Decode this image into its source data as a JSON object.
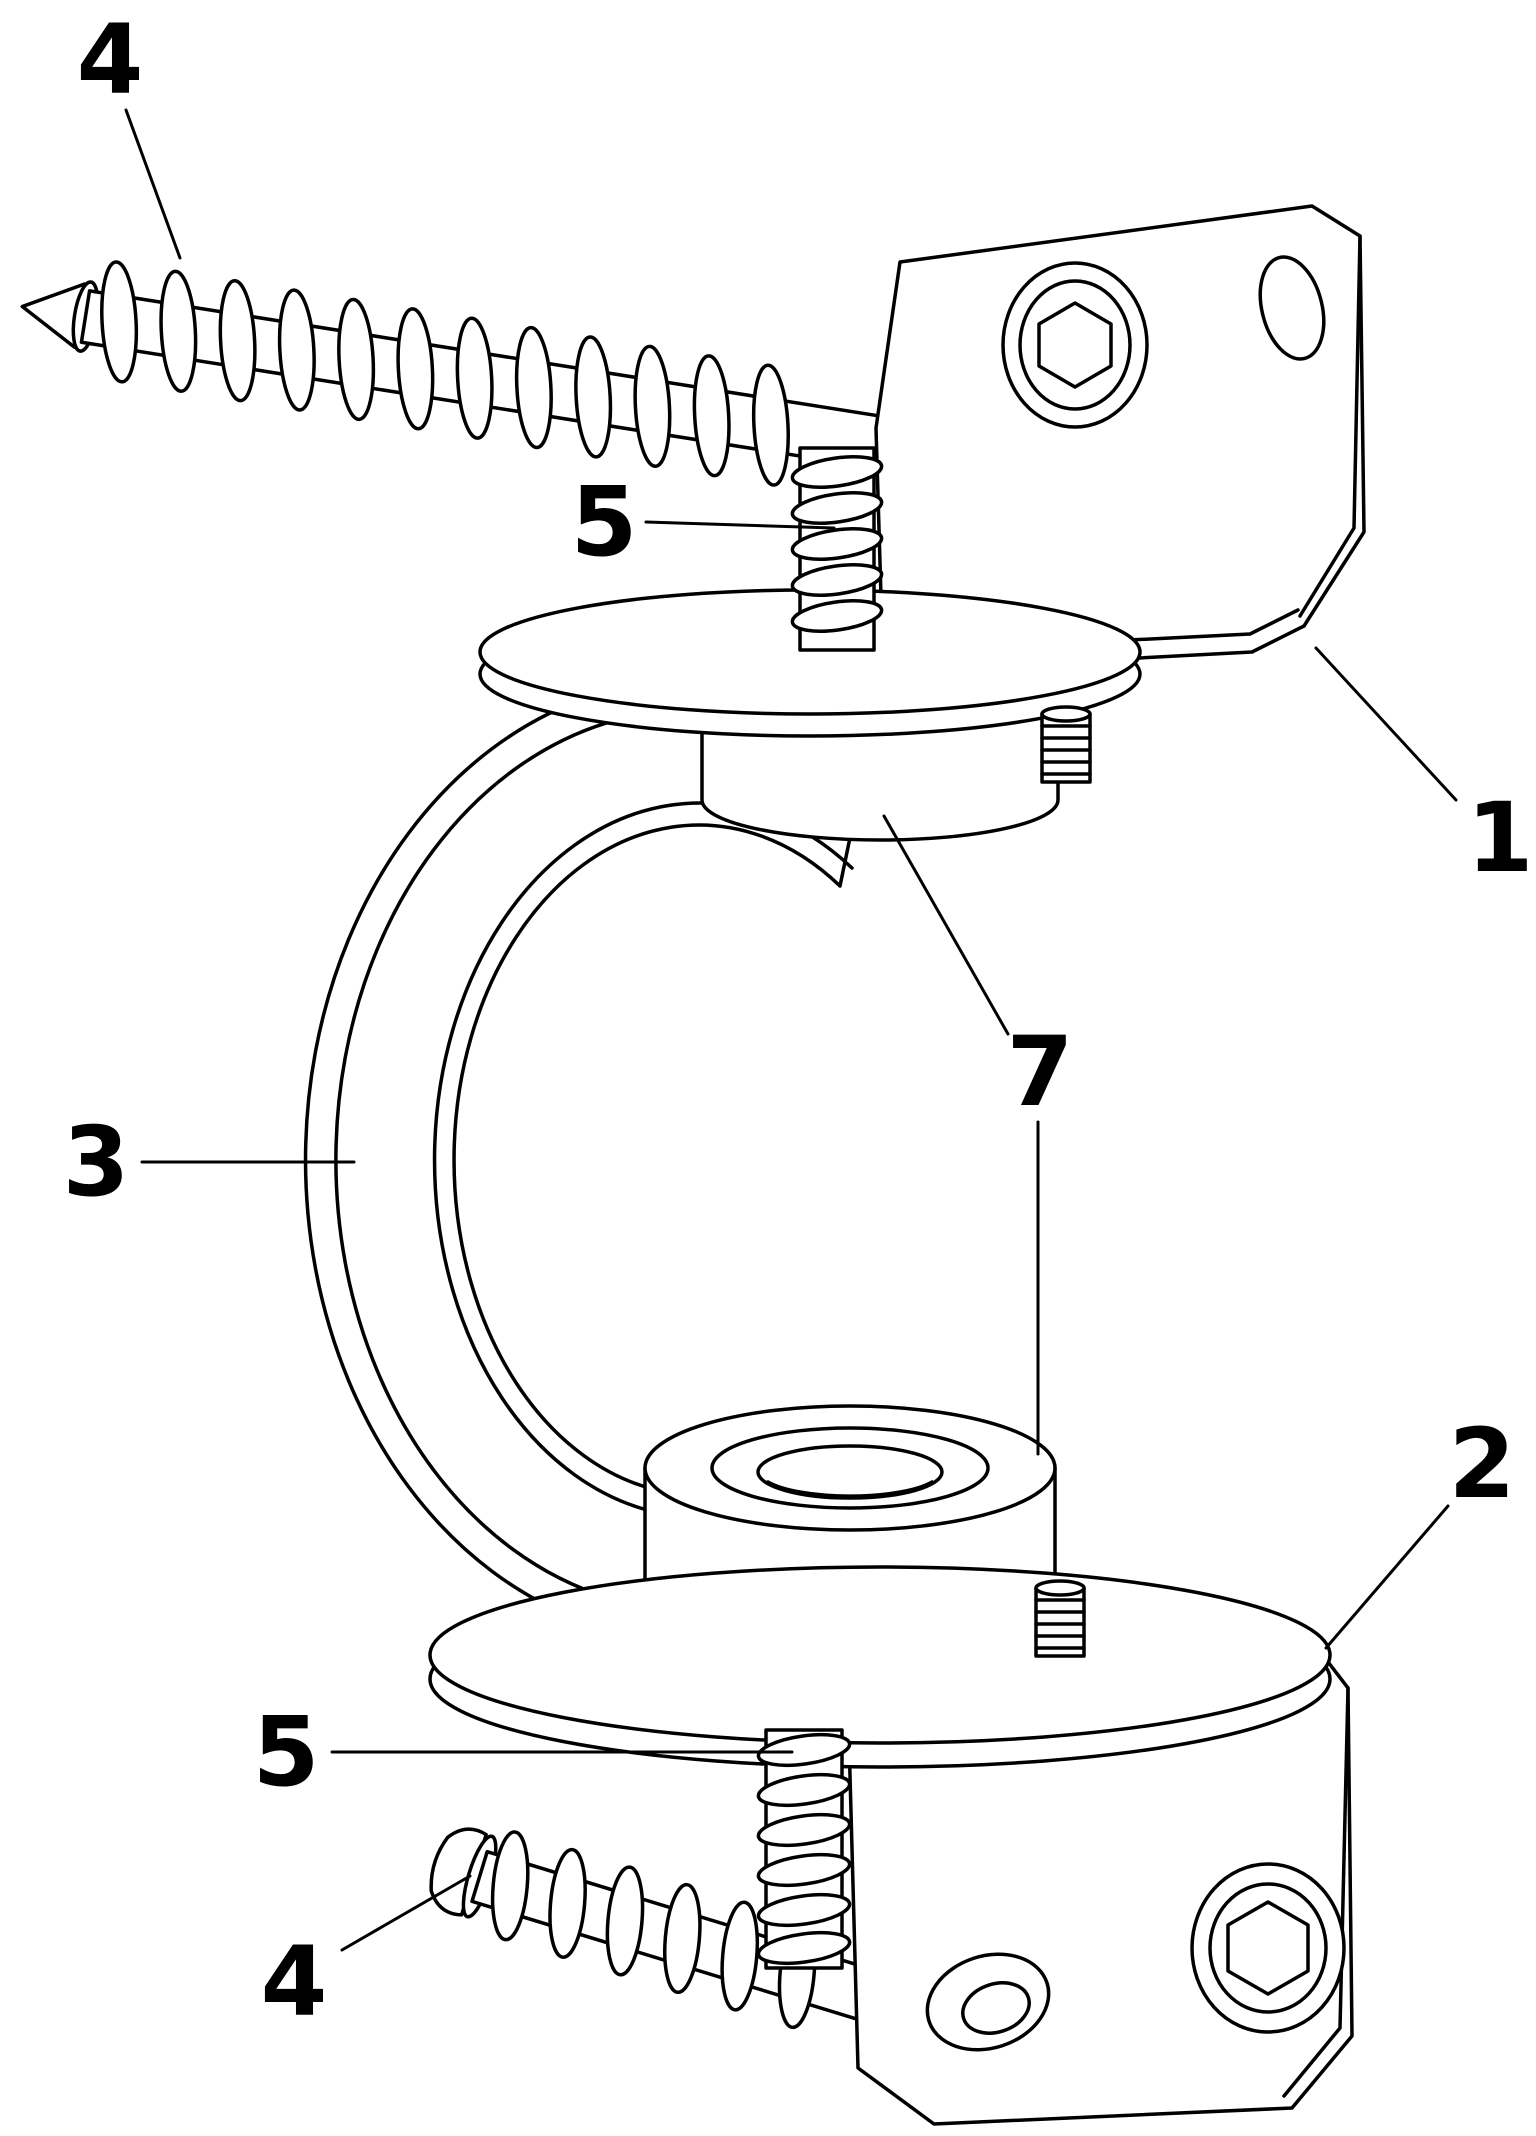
{
  "figure": {
    "type": "patent-line-drawing",
    "background_color": "#ffffff",
    "line_color": "#000000",
    "labels": {
      "top_screw": "4",
      "upper_threads": "5",
      "upper_bracket": "1",
      "clamp_body": "3",
      "pivot_joint": "7",
      "lower_bracket": "2",
      "lower_threads": "5",
      "lower_screw": "4"
    }
  }
}
